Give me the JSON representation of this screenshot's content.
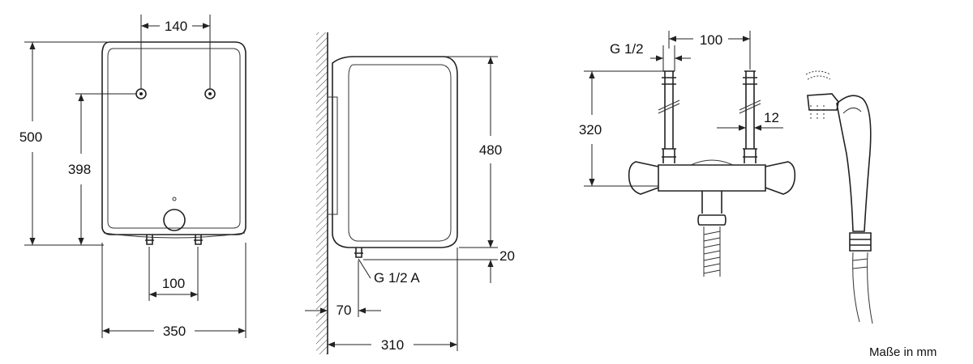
{
  "front_view": {
    "dim_pipe_spacing_top": "140",
    "dim_total_height": "500",
    "dim_connection_height": "398",
    "dim_pipe_spacing_bottom": "100",
    "dim_width": "350"
  },
  "side_view": {
    "dim_height": "480",
    "dim_bottom_offset": "20",
    "thread_label": "G 1/2 A",
    "dim_wall_offset": "70",
    "dim_depth": "310"
  },
  "faucet_view": {
    "thread_label": "G 1/2",
    "dim_pipe_spacing": "100",
    "dim_height": "320",
    "dim_pipe_diameter": "12"
  },
  "units_note": "Maße in mm"
}
